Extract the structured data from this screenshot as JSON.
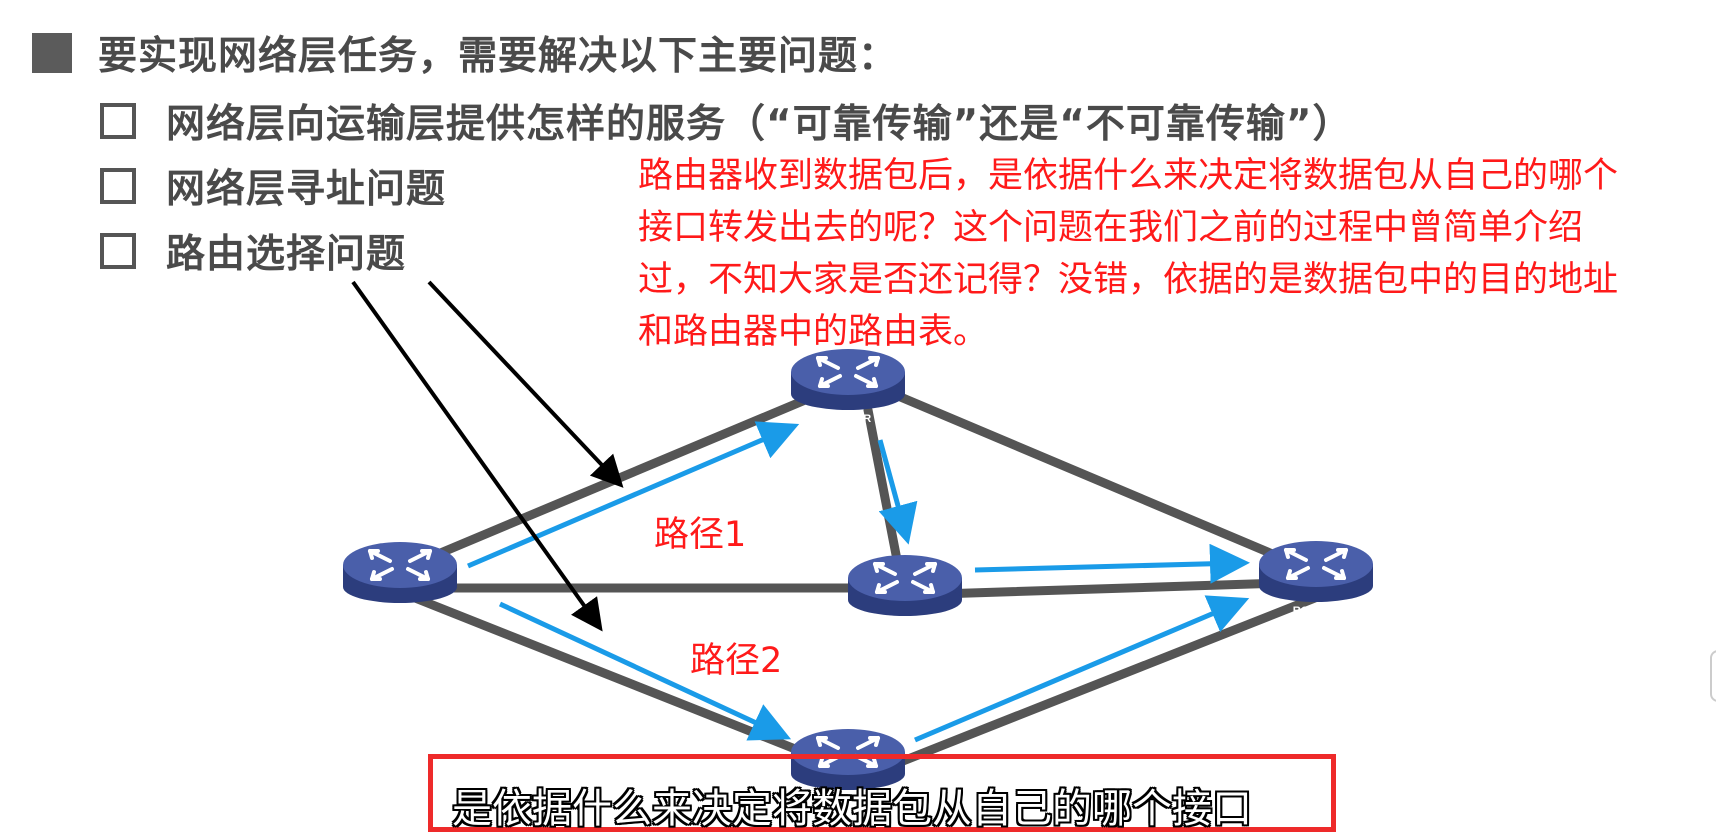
{
  "slide": {
    "main_bullet": "要实现网络层任务，需要解决以下主要问题：",
    "sub_items": [
      "网络层向运输层提供怎样的服务（“可靠传输”还是“不可靠传输”）",
      "网络层寻址问题",
      "路由选择问题"
    ],
    "note_lines": [
      "路由器收到数据包后，是依据什么来决定将数据包从自己的哪个",
      "接口转发出去的呢？这个问题在我们之前的过程中曾简单介绍",
      "过，不知大家是否还记得？没错，依据的是数据包中的目的地址",
      "和路由器中的路由表。"
    ],
    "path1_label": "路径1",
    "path2_label": "路径2"
  },
  "diagram": {
    "routers": [
      {
        "id": "left",
        "label": "ROUTER"
      },
      {
        "id": "top",
        "label": "ROUTER"
      },
      {
        "id": "middle",
        "label": "ROUTER"
      },
      {
        "id": "right",
        "label": "ROUTER"
      },
      {
        "id": "bottom",
        "label": "ROUTER"
      }
    ],
    "colors": {
      "link": "#555555",
      "path_arrow": "#1a9be8",
      "router_top": "#4a5faa",
      "router_side": "#2c3d7d",
      "pointer_arrow": "#000000"
    }
  },
  "subtitle": {
    "text": "是依据什么来决定将数据包从自己的哪个接口"
  }
}
